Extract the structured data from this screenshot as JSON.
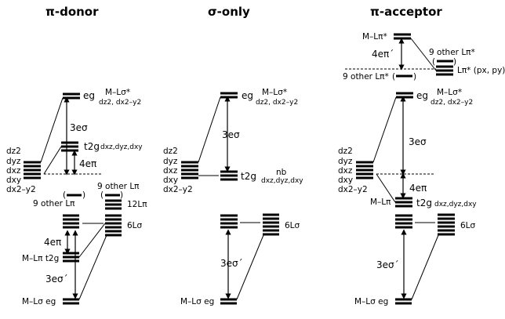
{
  "panels": [
    {
      "id": "pi-donor",
      "title": "π-donor",
      "labels": {
        "eg_top": "eg",
        "eg_top_desc1": "M–Lσ*",
        "eg_top_desc2": "dz2, dx2–y2",
        "t2g": "t2g",
        "t2g_desc": "dxz,dyz,dxy",
        "gap_sigma": "3eσ",
        "gap_pi": "4eπ",
        "d_orbitals": [
          "dz2",
          "dyz",
          "dxz",
          "dxy",
          "dx2–y2"
        ],
        "other_pi_left": "9 other Lπ",
        "other_pi_right": "9 other Lπ",
        "ligand_pi": "12Lπ",
        "ligand_sigma": "6Lσ",
        "gap_pi_lower": "4eπ",
        "t2g_lower": "M–Lπ t2g",
        "gap_sigma_prime": "3eσ´",
        "eg_bottom": "M–Lσ  eg"
      }
    },
    {
      "id": "sigma-only",
      "title": "σ-only",
      "labels": {
        "eg_top": "eg",
        "eg_top_desc1": "M–Lσ*",
        "eg_top_desc2": "dz2, dx2–y2",
        "gap_sigma": "3eσ",
        "t2g": "t2g",
        "nb": "nb",
        "t2g_desc": "dxz,dyz,dxy",
        "d_orbitals": [
          "dz2",
          "dyz",
          "dxz",
          "dxy",
          "dx2–y2"
        ],
        "ligand_sigma": "6Lσ",
        "gap_sigma_prime": "3eσ´",
        "eg_bottom": "M–Lσ eg"
      }
    },
    {
      "id": "pi-acceptor",
      "title": "π-acceptor",
      "labels": {
        "ml_pi_star": "M–Lπ*",
        "gap_pi_prime": "4eπ´",
        "other_pi_star_right": "9 other Lπ*",
        "other_pi_star_left": "9 other Lπ*",
        "ligand_pi_star": "Lπ* (px, py)",
        "eg_top": "eg",
        "eg_top_desc1": "M–Lσ*",
        "eg_top_desc2": "dz2, dx2–y2",
        "gap_sigma": "3eσ",
        "d_orbitals": [
          "dz2",
          "dyz",
          "dxz",
          "dxy",
          "dx2–y2"
        ],
        "gap_pi": "4eπ",
        "t2g_prefix": "M–Lπ",
        "t2g": "t2g",
        "t2g_desc": "dxz,dyz,dxy",
        "ligand_sigma": "6Lσ",
        "gap_sigma_prime": "3eσ´",
        "eg_bottom": "M–Lσ  eg"
      }
    }
  ]
}
